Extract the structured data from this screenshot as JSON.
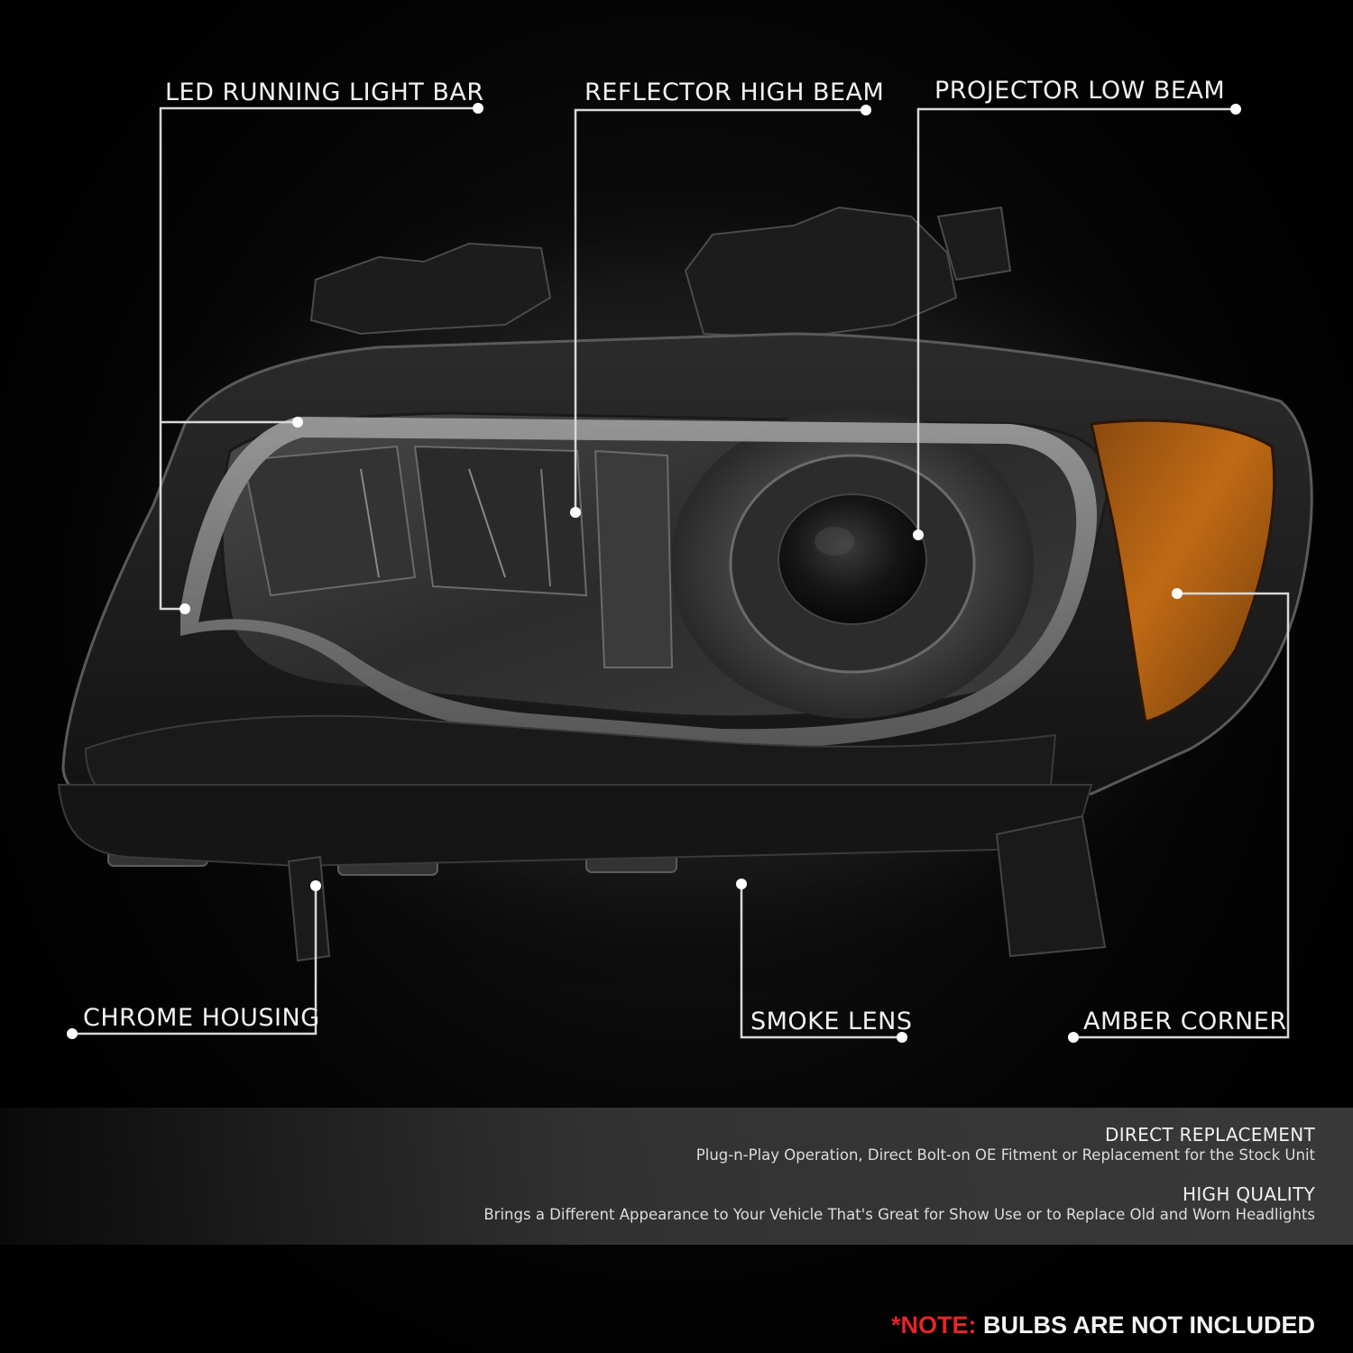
{
  "colors": {
    "background": "#000000",
    "callout_line": "#d8d8d8",
    "note_accent": "#e3262a",
    "amber_lens": "#b35e0c",
    "smoke_lens": "#3a3a3a"
  },
  "callouts": {
    "led_running_light_bar": "LED RUNNING LIGHT BAR",
    "reflector_high_beam": "REFLECTOR HIGH BEAM",
    "projector_low_beam": "PROJECTOR LOW BEAM",
    "chrome_housing": "CHROME HOUSING",
    "smoke_lens": "SMOKE LENS",
    "amber_corner": "AMBER CORNER"
  },
  "features": [
    {
      "title": "DIRECT REPLACEMENT",
      "description": "Plug-n-Play Operation, Direct Bolt-on OE Fitment or Replacement for the Stock Unit"
    },
    {
      "title": "HIGH QUALITY",
      "description": "Brings a Different Appearance to Your Vehicle That's Great for Show Use or to Replace Old and Worn Headlights"
    }
  ],
  "note": {
    "prefix": "*NOTE:",
    "text": "BULBS ARE NOT INCLUDED"
  }
}
